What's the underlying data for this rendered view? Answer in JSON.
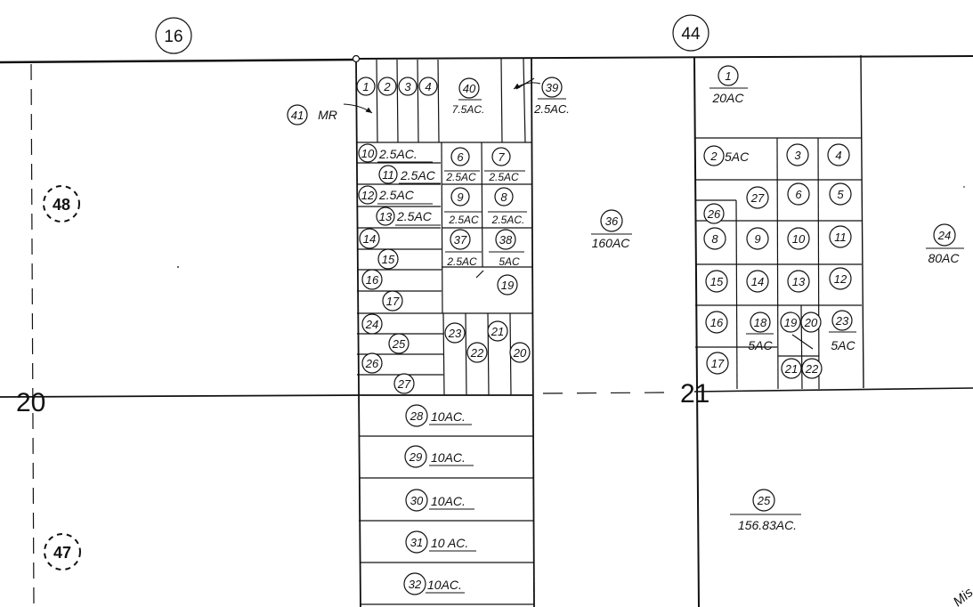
{
  "page_numbers": {
    "top_left": "16",
    "top_right": "44",
    "left_upper": "48",
    "left_lower": "47"
  },
  "sections": {
    "left": "20",
    "right": "21"
  },
  "parcels": {
    "p1": "1",
    "p2": "2",
    "p3": "3",
    "p4": "4",
    "p40": "40",
    "p40_area": "7.5AC.",
    "p39": "39",
    "p39_area": "2.5AC.",
    "p41": "41",
    "p41_label": "MR",
    "p10": "10",
    "p10_area": "2.5AC.",
    "p11": "11",
    "p11_area": "2.5AC",
    "p12": "12",
    "p12_area": "2.5AC",
    "p13": "13",
    "p13_area": "2.5AC",
    "p6": "6",
    "p6_area": "2.5AC",
    "p7": "7",
    "p7_area": "2.5AC",
    "p9": "9",
    "p9_area": "2.5AC",
    "p8": "8",
    "p8_area": "2.5AC.",
    "p37": "37",
    "p37_area": "2.5AC",
    "p38": "38",
    "p38_area": "5AC",
    "p14": "14",
    "p15": "15",
    "p16": "16",
    "p17": "17",
    "p19": "19",
    "p24": "24",
    "p25": "25",
    "p26": "26",
    "p27": "27",
    "p23": "23",
    "p22": "22",
    "p21": "21",
    "p20": "20",
    "p36": "36",
    "p36_area": "160AC",
    "p28": "28",
    "p28_area": "10AC.",
    "p29": "29",
    "p29_area": "10AC.",
    "p30": "30",
    "p30_area": "10AC.",
    "p31": "31",
    "p31_area": "10 AC.",
    "p32": "32",
    "p32_area": "10AC."
  },
  "right_parcels": {
    "r1": "1",
    "r1_area": "20AC",
    "r2": "2",
    "r2_area": "5AC",
    "r3": "3",
    "r4": "4",
    "r27": "27",
    "r6": "6",
    "r5": "5",
    "r26": "26",
    "r8": "8",
    "r9": "9",
    "r10": "10",
    "r11": "11",
    "r15": "15",
    "r14": "14",
    "r13": "13",
    "r12": "12",
    "r16": "16",
    "r18": "18",
    "r18_area": "5AC",
    "r19": "19",
    "r20": "20",
    "r23": "23",
    "r23_area": "5AC",
    "r17": "17",
    "r21": "21",
    "r22": "22",
    "r24": "24",
    "r24_area": "80AC",
    "r25": "25",
    "r25_area": "156.83AC."
  },
  "edge_text": "Mis"
}
